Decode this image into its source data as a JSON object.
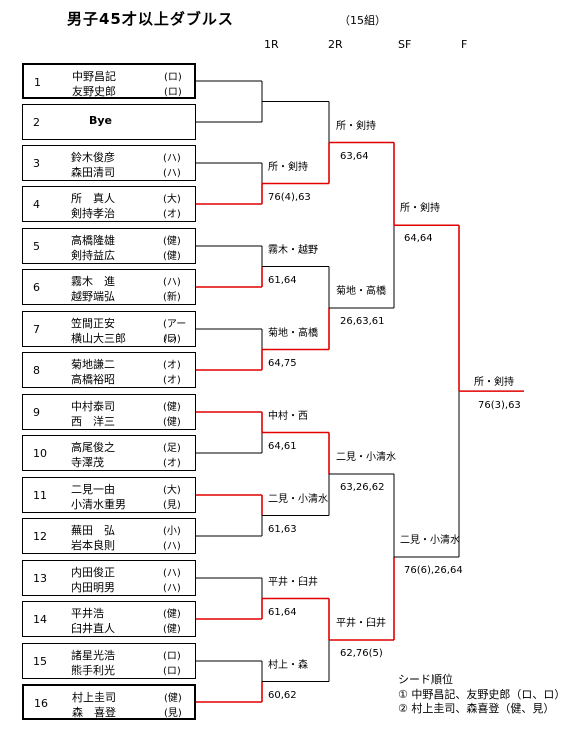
{
  "title": "男子45才以上ダブルス",
  "group": "（15組）",
  "rounds": [
    "1R",
    "2R",
    "SF",
    "F"
  ],
  "entries": [
    {
      "no": "1",
      "p1": "中野昌記",
      "c1": "(ロ)",
      "p2": "友野史郎",
      "c2": "(ロ)"
    },
    {
      "no": "2",
      "bye": "Bye"
    },
    {
      "no": "3",
      "p1": "鈴木俊彦",
      "c1": "(ハ)",
      "p2": "森田清司",
      "c2": "(ハ)"
    },
    {
      "no": "4",
      "p1": "所　真人",
      "c1": "(大)",
      "p2": "剣持孝治",
      "c2": "(オ)"
    },
    {
      "no": "5",
      "p1": "高橋隆雄",
      "c1": "(健)",
      "p2": "剣持益広",
      "c2": "(健)"
    },
    {
      "no": "6",
      "p1": "霧木　進",
      "c1": "(ハ)",
      "p2": "越野端弘",
      "c2": "(新)"
    },
    {
      "no": "7",
      "p1": "笠間正安",
      "c1": "(アール)",
      "p2": "横山大三郎",
      "c2": "(ラ)"
    },
    {
      "no": "8",
      "p1": "菊地謙二",
      "c1": "(オ)",
      "p2": "高橋裕昭",
      "c2": "(オ)"
    },
    {
      "no": "9",
      "p1": "中村泰司",
      "c1": "(健)",
      "p2": "西　洋三",
      "c2": "(健)"
    },
    {
      "no": "10",
      "p1": "高尾俊之",
      "c1": "(足)",
      "p2": "寺澤茂",
      "c2": "(オ)"
    },
    {
      "no": "11",
      "p1": "二見一由",
      "c1": "(大)",
      "p2": "小清水重男",
      "c2": "(見)"
    },
    {
      "no": "12",
      "p1": "蕪田　弘",
      "c1": "(小)",
      "p2": "岩本良則",
      "c2": "(ハ)"
    },
    {
      "no": "13",
      "p1": "内田俊正",
      "c1": "(ハ)",
      "p2": "内田明男",
      "c2": "(ハ)"
    },
    {
      "no": "14",
      "p1": "平井浩",
      "c1": "(健)",
      "p2": "臼井直人",
      "c2": "(健)"
    },
    {
      "no": "15",
      "p1": "諸星光浩",
      "c1": "(ロ)",
      "p2": "熊手利光",
      "c2": "(ロ)"
    },
    {
      "no": "16",
      "p1": "村上圭司",
      "c1": "(健)",
      "p2": "森　喜登",
      "c2": "(見)"
    }
  ],
  "r1": [
    {
      "winner": "所・剣持",
      "score": "76(4),63"
    },
    {
      "winner": "霧木・越野",
      "score": "61,64"
    },
    {
      "winner": "菊地・高橋",
      "score": "64,75"
    },
    {
      "winner": "中村・西",
      "score": "64,61"
    },
    {
      "winner": "二見・小清水",
      "score": "61,63"
    },
    {
      "winner": "平井・臼井",
      "score": "61,64"
    },
    {
      "winner": "村上・森",
      "score": "60,62"
    }
  ],
  "r2": [
    {
      "winner": "所・剣持",
      "score": "63,64"
    },
    {
      "winner": "菊地・高橋",
      "score": "26,63,61"
    },
    {
      "winner": "二見・小清水",
      "score": "63,26,62"
    },
    {
      "winner": "平井・臼井",
      "score": "62,76(5)"
    }
  ],
  "sf": [
    {
      "winner": "所・剣持",
      "score": "64,64"
    },
    {
      "winner": "二見・小清水",
      "score": "76(6),26,64"
    }
  ],
  "final": {
    "winner": "所・剣持",
    "score": "76(3),63"
  },
  "seeds": {
    "title": "シード順位",
    "items": [
      "① 中野昌記、友野史郎（ロ、ロ）",
      "② 村上圭司、森喜登（健、見）"
    ]
  },
  "colors": {
    "line": "#000000",
    "winner_line": "#e00000"
  }
}
